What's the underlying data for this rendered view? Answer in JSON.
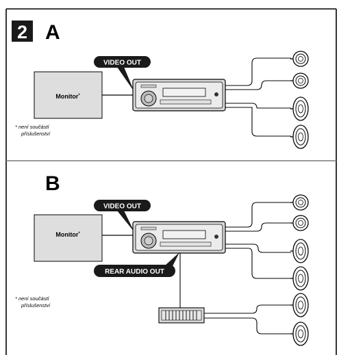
{
  "figure_number": "2",
  "sections": {
    "a": {
      "letter": "A",
      "video_out_label": "VIDEO OUT",
      "monitor_label": "Monitor",
      "monitor_asterisk": "*",
      "footnote_line1": "* není součástí",
      "footnote_line2": "příslušenství"
    },
    "b": {
      "letter": "B",
      "video_out_label": "VIDEO OUT",
      "rear_audio_out_label": "REAR AUDIO OUT",
      "monitor_label": "Monitor",
      "monitor_asterisk": "*",
      "footnote_line1": "* není součástí",
      "footnote_line2": "příslušenství"
    }
  },
  "colors": {
    "frame": "#000000",
    "label_bg": "#1a1a1a",
    "label_text": "#ffffff",
    "monitor_fill": "#dedede",
    "device_fill": "#d8d8d8",
    "divider": "#7a7a7a"
  },
  "icons": [
    "car-stereo-unit",
    "round-speaker-icon",
    "oval-speaker-icon",
    "amplifier-icon"
  ]
}
